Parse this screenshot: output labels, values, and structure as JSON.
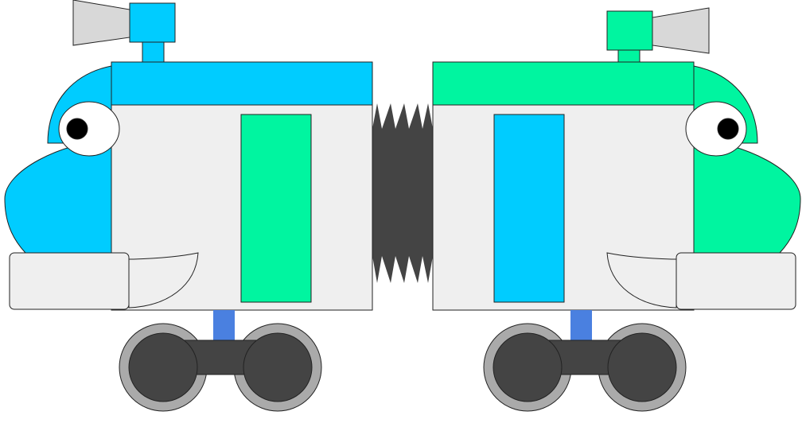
{
  "colors": {
    "blue": "#00ccff",
    "green": "#00f5a0",
    "body": "#efefef",
    "dark": "#444444",
    "wheel_rim": "#aaaaaa",
    "stem": "#4a80e0",
    "horn": "#d8d8d8"
  },
  "cars": [
    {
      "name": "left-train-car",
      "roof": "blue",
      "window": "green"
    },
    {
      "name": "right-train-car",
      "roof": "green",
      "window": "blue"
    }
  ]
}
